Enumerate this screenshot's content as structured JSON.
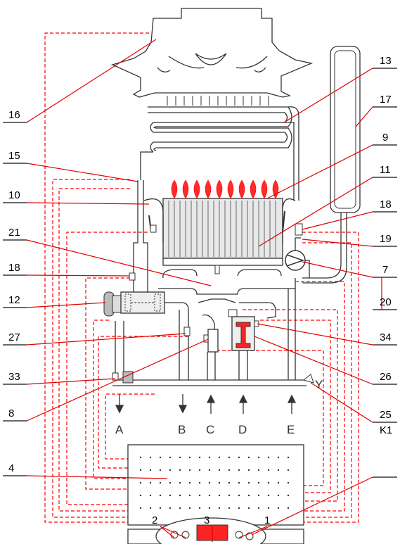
{
  "callouts": {
    "n16": "16",
    "n15": "15",
    "n10": "10",
    "n21": "21",
    "n18a": "18",
    "n12": "12",
    "n27": "27",
    "n33": "33",
    "n8": "8",
    "n4": "4",
    "n13": "13",
    "n17": "17",
    "n9": "9",
    "n11": "11",
    "n18b": "18",
    "n19": "19",
    "n7": "7",
    "n20": "20",
    "n34": "34",
    "n26": "26",
    "n25": "25",
    "nk1": "K1",
    "n2": "2",
    "n3": "3",
    "n1": "1"
  },
  "connections": {
    "a": "A",
    "b": "B",
    "c": "C",
    "d": "D",
    "e": "E"
  },
  "symbol_y": "Y",
  "colors": {
    "lines": "#333333",
    "wiring": "#ff0000",
    "display": "#ff2222",
    "leader": "#e00000"
  }
}
